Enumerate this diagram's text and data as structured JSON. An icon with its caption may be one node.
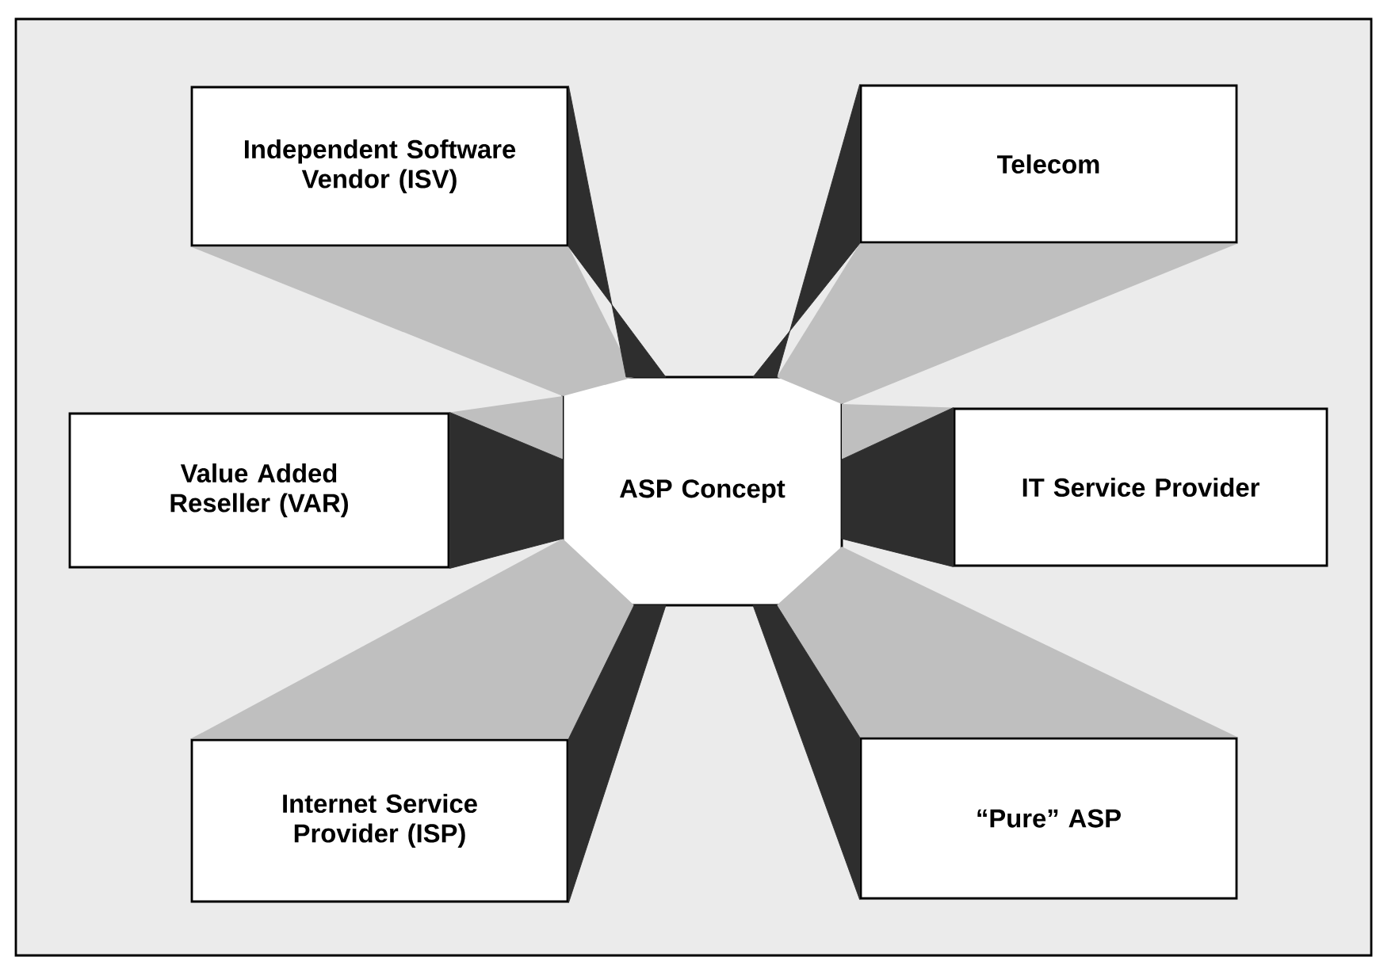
{
  "diagram": {
    "nodes": [
      {
        "text": [
          "Independent Software Vendor (ISV)"
        ]
      },
      {
        "text": [
          "Telecom"
        ]
      },
      {
        "text": [
          "Value Added Reseller (VAR)"
        ]
      },
      {
        "text": [
          "ASP Concept"
        ]
      },
      {
        "text": [
          "IT Service Provider"
        ]
      },
      {
        "text": [
          "Internet Service Provider (ISP)"
        ]
      },
      {
        "text": [
          "“Pure” ASP"
        ]
      }
    ],
    "edges": [
      {
        "from": 3,
        "to": 0,
        "arrow": "none"
      },
      {
        "from": 3,
        "to": 1,
        "arrow": "none"
      },
      {
        "from": 3,
        "to": 2,
        "arrow": "none"
      },
      {
        "from": 3,
        "to": 4,
        "arrow": "none"
      },
      {
        "from": 3,
        "to": 5,
        "arrow": "none"
      },
      {
        "from": 3,
        "to": 6,
        "arrow": "none"
      }
    ]
  }
}
